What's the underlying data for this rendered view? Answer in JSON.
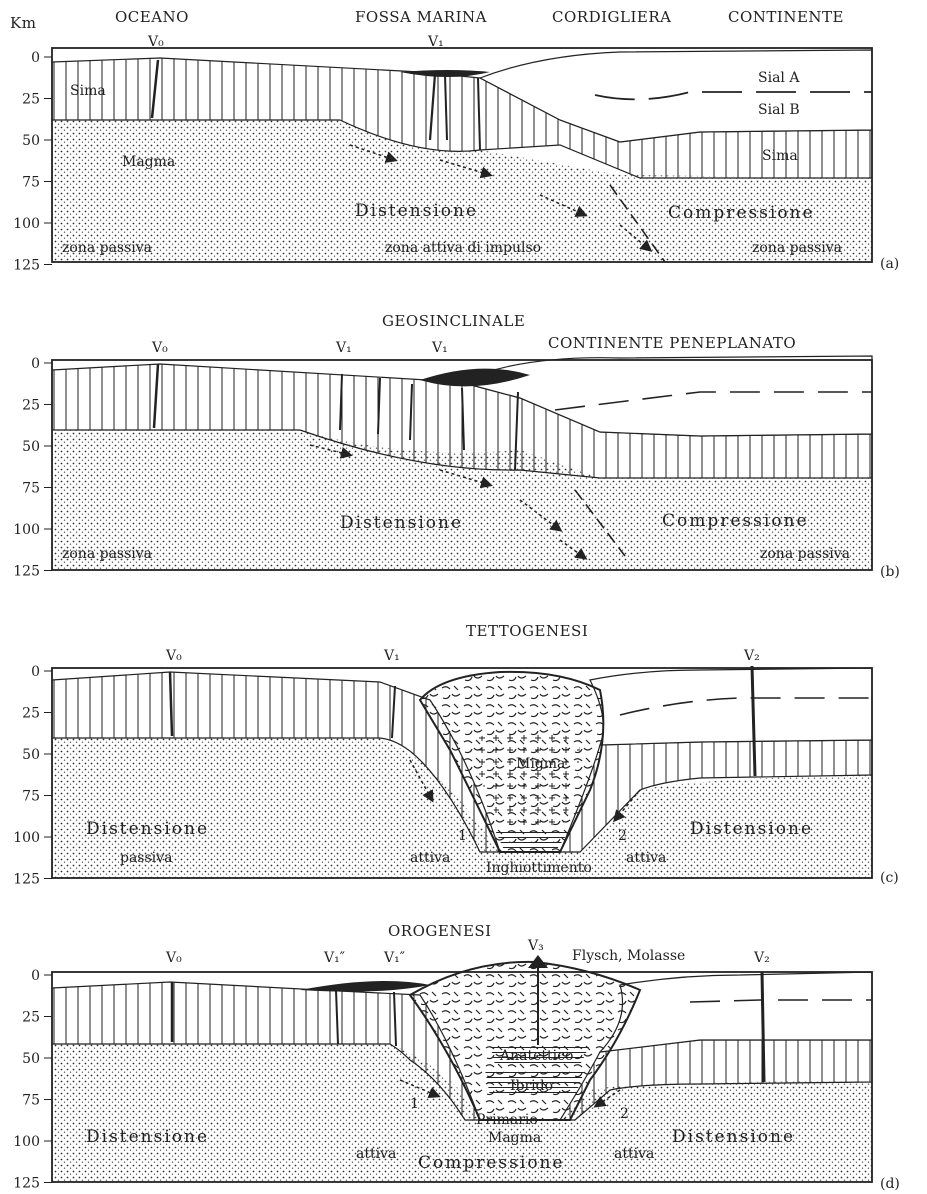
{
  "y_axis_unit": "Km",
  "depth_ticks": [
    "0",
    "25",
    "50",
    "75",
    "100",
    "125"
  ],
  "panels": [
    {
      "tag": "(a)",
      "headers": [
        "OCEANO",
        "FOSSA MARINA",
        "CORDIGLIERA",
        "CONTINENTE"
      ],
      "volcanoes": [
        "V₀",
        "V₁"
      ],
      "layers": [
        "Sima",
        "Sial A",
        "Sial B",
        "Sima",
        "Magma"
      ],
      "forces": [
        "Distensione",
        "Compressione"
      ],
      "zones": [
        "zona passiva",
        "zona attiva di impulso",
        "zona passiva"
      ]
    },
    {
      "tag": "(b)",
      "headers": [
        "GEOSINCLINALE",
        "CONTINENTE PENEPLANATO"
      ],
      "volcanoes": [
        "V₀",
        "V₁",
        "V₁"
      ],
      "forces": [
        "Distensione",
        "Compressione"
      ],
      "zones": [
        "zona passiva",
        "zona passiva"
      ]
    },
    {
      "tag": "(c)",
      "headers": [
        "TETTOGENESI"
      ],
      "volcanoes": [
        "V₀",
        "V₁",
        "V₂"
      ],
      "core": "Migma",
      "forces": [
        "Distensione",
        "Distensione"
      ],
      "zones": [
        "passiva",
        "attiva",
        "attiva"
      ],
      "numbers": [
        "1",
        "2"
      ],
      "bottom": "Inghiottimento"
    },
    {
      "tag": "(d)",
      "headers": [
        "OROGENESI",
        "Flysch, Molasse"
      ],
      "volcanoes": [
        "V₀",
        "V₁″",
        "V₁″",
        "V₃",
        "V₂"
      ],
      "core": [
        "Anatettico",
        "Ibrido",
        "Primario",
        "Magma"
      ],
      "forces": [
        "Distensione",
        "Distensione",
        "Compressione"
      ],
      "zones": [
        "attiva",
        "attiva"
      ],
      "numbers": [
        "1",
        "2"
      ]
    }
  ]
}
